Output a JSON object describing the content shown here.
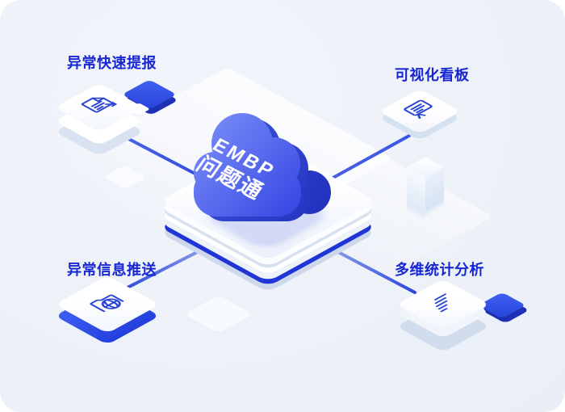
{
  "cloud": {
    "line1": "EMBP",
    "line2": "问题通"
  },
  "features": {
    "top_left": {
      "label": "异常快速提报",
      "icon": "report-document-icon"
    },
    "top_right": {
      "label": "可视化看板",
      "icon": "dashboard-board-icon"
    },
    "bottom_left": {
      "label": "异常信息推送",
      "icon": "folder-globe-icon"
    },
    "bottom_right": {
      "label": "多维统计分析",
      "icon": "trend-lines-icon"
    }
  },
  "colors": {
    "background": "#edf1f8",
    "label_text": "#1726d3",
    "connector_blue": "#2c46dc",
    "accent_square": "#3050e0",
    "platform_frame": "#1f35d8",
    "cloud_gradient_start": "#7589f6",
    "cloud_gradient_end": "#3343e2",
    "icon_stroke": "#2945d6"
  }
}
